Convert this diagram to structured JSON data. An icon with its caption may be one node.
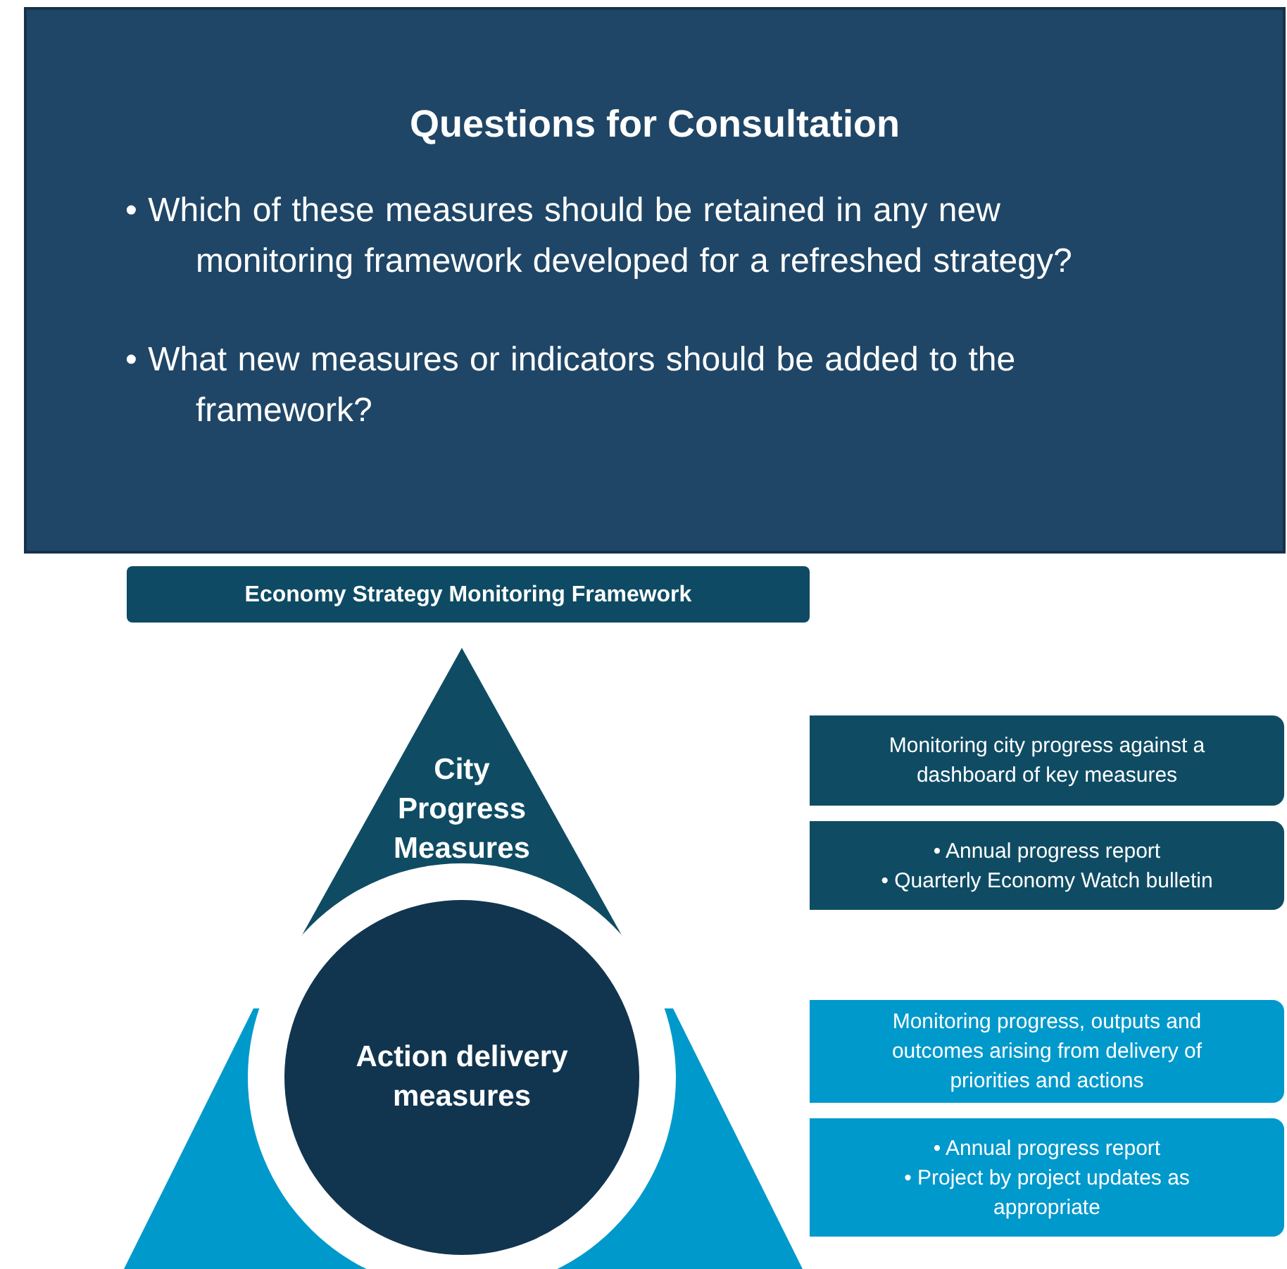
{
  "diagram": {
    "nodes": [
      {
        "text": [
          "Questions for Consultation",
          "• Which of these measures should be retained in any new monitoring framework developed for a refreshed strategy?",
          "• What new measures or indicators should be added to the framework?"
        ]
      },
      {
        "text": [
          "Economy Strategy Monitoring Framework"
        ]
      },
      {
        "text": [
          "City Progress Measures"
        ]
      },
      {
        "text": [
          "Action delivery measures"
        ]
      },
      {
        "text": [],
        "shape": "triangle"
      },
      {
        "text": [
          "Monitoring city progress against a dashboard of key measures"
        ]
      },
      {
        "text": [
          "• Annual progress report",
          "• Quarterly Economy Watch bulletin"
        ]
      },
      {
        "text": [
          "Monitoring progress, outputs and outcomes arising from delivery of priorities and actions"
        ]
      },
      {
        "text": [
          "• Annual progress report",
          "• Project by project updates as appropriate"
        ]
      }
    ],
    "edges": []
  }
}
